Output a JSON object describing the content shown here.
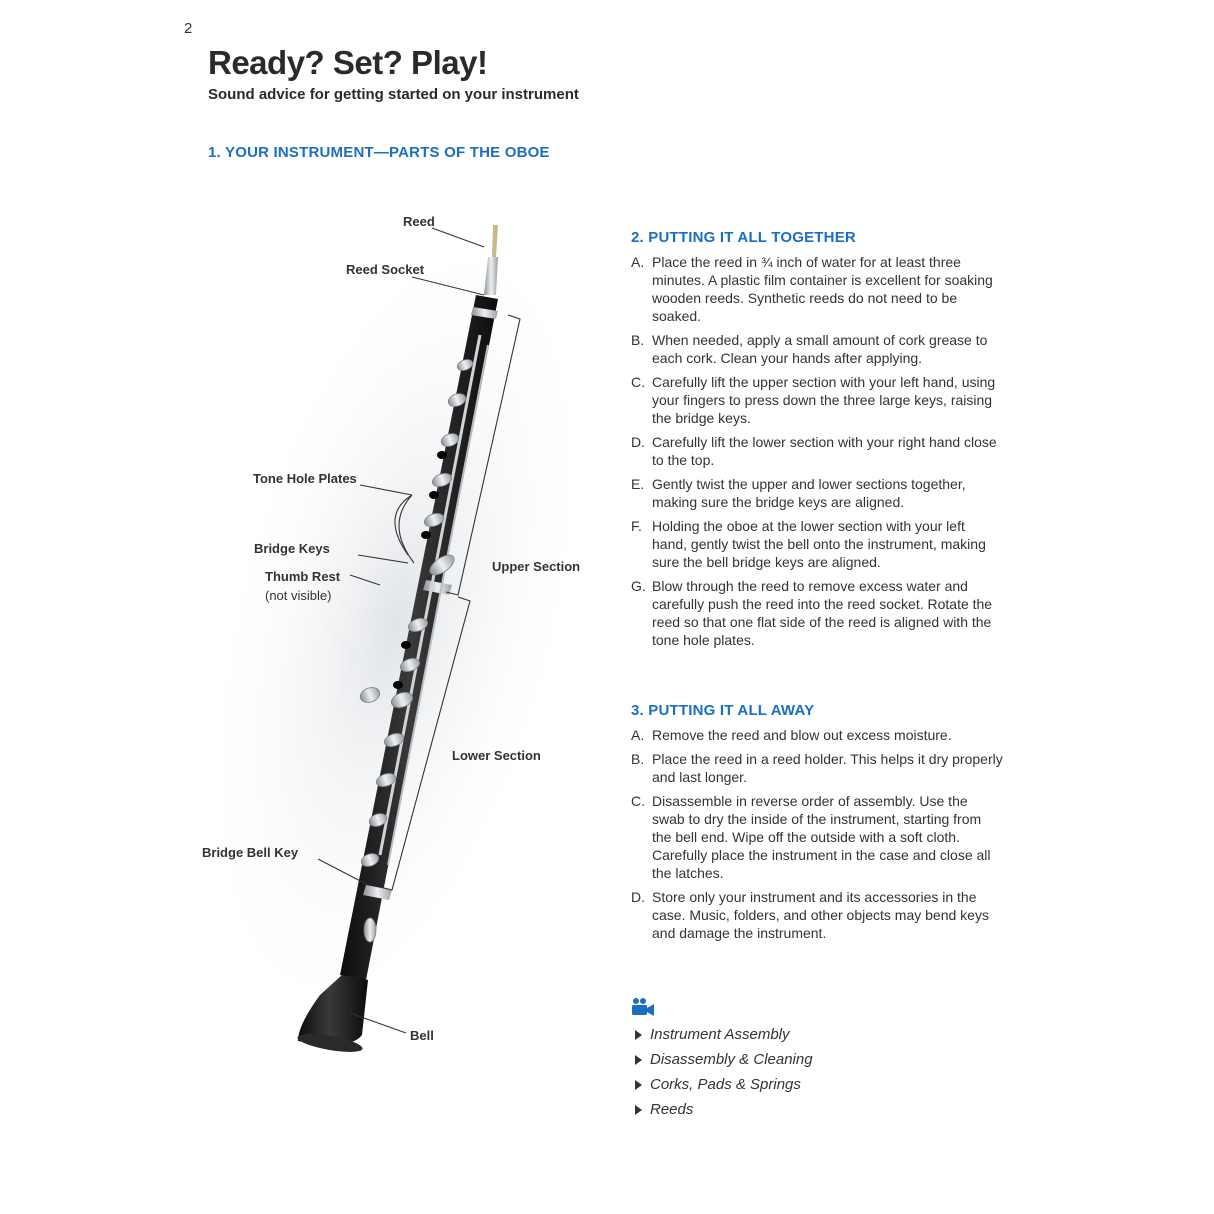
{
  "page": {
    "number": "2",
    "title": "Ready? Set? Play!",
    "subtitle": "Sound advice for getting started on your instrument"
  },
  "section1": {
    "heading": "1. YOUR INSTRUMENT—PARTS OF THE OBOE",
    "labels": {
      "reed": "Reed",
      "reed_socket": "Reed Socket",
      "tone_hole_plates": "Tone Hole Plates",
      "bridge_keys": "Bridge Keys",
      "thumb_rest": "Thumb Rest",
      "thumb_rest_note": "(not visible)",
      "upper_section": "Upper Section",
      "lower_section": "Lower Section",
      "bridge_bell_key": "Bridge Bell Key",
      "bell": "Bell"
    }
  },
  "section2": {
    "heading": "2. PUTTING IT ALL TOGETHER",
    "steps": [
      {
        "letter": "A.",
        "text": "Place the reed in ¾ inch of water for at least three minutes. A plastic film container is excellent for soaking wooden reeds. Synthetic reeds do not need to be soaked."
      },
      {
        "letter": "B.",
        "text": "When needed, apply a small amount of cork grease to each cork. Clean your hands after applying."
      },
      {
        "letter": "C.",
        "text": "Carefully lift the upper section with your left hand, using your fingers to press down the three large keys, raising the bridge keys."
      },
      {
        "letter": "D.",
        "text": "Carefully lift the lower section with your right hand close to the top."
      },
      {
        "letter": "E.",
        "text": "Gently twist the upper and lower sections together, making sure the bridge keys are aligned."
      },
      {
        "letter": "F.",
        "text": "Holding the oboe at the lower section with your left hand, gently twist the bell onto the instrument, making sure the bell bridge keys are aligned."
      },
      {
        "letter": "G.",
        "text": "Blow through the reed to remove excess water and carefully push the reed into the reed socket. Rotate the reed so that one flat side of the reed is aligned with the tone hole plates."
      }
    ]
  },
  "section3": {
    "heading": "3. PUTTING IT ALL AWAY",
    "steps": [
      {
        "letter": "A.",
        "text": "Remove the reed and blow out excess moisture."
      },
      {
        "letter": "B.",
        "text": "Place the reed in a reed holder. This helps it dry properly and last longer."
      },
      {
        "letter": "C.",
        "text": "Disassemble in reverse order of assembly. Use the swab to dry the inside of the instrument, starting from the bell end. Wipe off the outside with a soft cloth. Carefully place the instrument in the case and close all the latches."
      },
      {
        "letter": "D.",
        "text": "Store only your instrument and its accessories in the case. Music, folders, and other objects may bend keys and damage the instrument."
      }
    ]
  },
  "videos": {
    "icon": "video-camera-icon",
    "accent": "#1a6fc0",
    "items": [
      "Instrument Assembly",
      "Disassembly & Cleaning",
      "Corks, Pads & Springs",
      "Reeds"
    ]
  }
}
